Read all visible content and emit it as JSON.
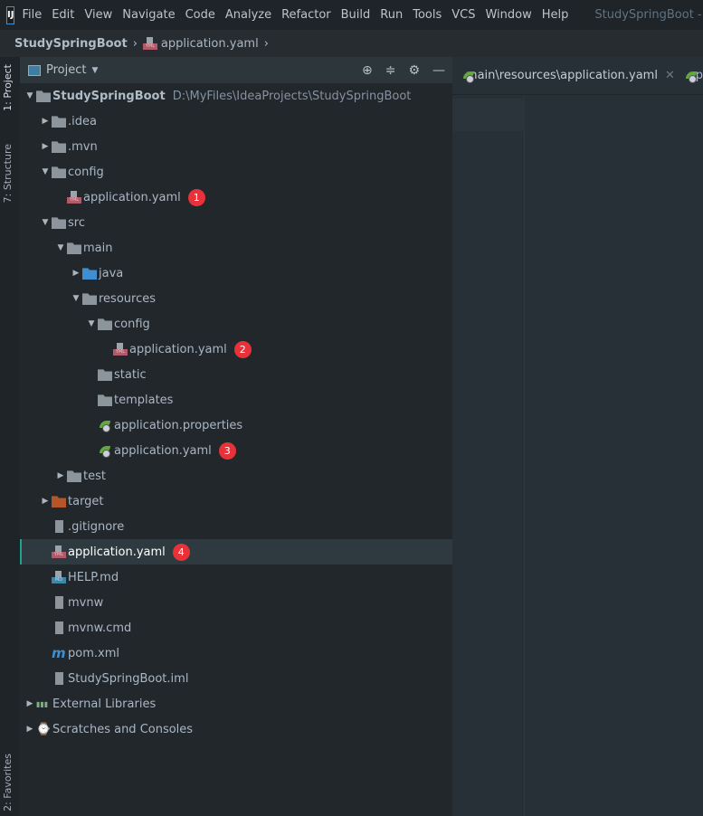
{
  "menubar": {
    "logo": "IJ",
    "items": [
      "File",
      "Edit",
      "View",
      "Navigate",
      "Code",
      "Analyze",
      "Refactor",
      "Build",
      "Run",
      "Tools",
      "VCS",
      "Window",
      "Help"
    ],
    "window_title": "StudySpringBoot - main"
  },
  "breadcrumb": {
    "project": "StudySpringBoot",
    "file": "application.yaml"
  },
  "sidestrip": {
    "top_tabs": [
      "1: Project",
      "7: Structure"
    ],
    "bottom_tabs": [
      "2: Favorites"
    ]
  },
  "panel": {
    "title": "Project",
    "tools": [
      "locate-icon",
      "collapse-icon",
      "gear-icon",
      "minimize-icon"
    ]
  },
  "tree": [
    {
      "level": 0,
      "arrow": "open",
      "icon": "project-folder",
      "label": "StudySpringBoot",
      "path": "D:\\MyFiles\\IdeaProjects\\StudySpringBoot"
    },
    {
      "level": 1,
      "arrow": "closed",
      "icon": "folder",
      "label": ".idea"
    },
    {
      "level": 1,
      "arrow": "closed",
      "icon": "folder",
      "label": ".mvn"
    },
    {
      "level": 1,
      "arrow": "open",
      "icon": "folder",
      "label": "config"
    },
    {
      "level": 2,
      "arrow": "none",
      "icon": "yaml",
      "label": "application.yaml",
      "badge": "1"
    },
    {
      "level": 1,
      "arrow": "open",
      "icon": "folder",
      "label": "src"
    },
    {
      "level": 2,
      "arrow": "open",
      "icon": "folder",
      "label": "main"
    },
    {
      "level": 3,
      "arrow": "closed",
      "icon": "folder-blue",
      "label": "java"
    },
    {
      "level": 3,
      "arrow": "open",
      "icon": "resources-folder",
      "label": "resources"
    },
    {
      "level": 4,
      "arrow": "open",
      "icon": "folder",
      "label": "config"
    },
    {
      "level": 5,
      "arrow": "none",
      "icon": "yaml",
      "label": "application.yaml",
      "badge": "2"
    },
    {
      "level": 4,
      "arrow": "none",
      "icon": "folder",
      "label": "static"
    },
    {
      "level": 4,
      "arrow": "none",
      "icon": "folder",
      "label": "templates"
    },
    {
      "level": 4,
      "arrow": "none",
      "icon": "spring",
      "label": "application.properties"
    },
    {
      "level": 4,
      "arrow": "none",
      "icon": "spring",
      "label": "application.yaml",
      "badge": "3"
    },
    {
      "level": 2,
      "arrow": "closed",
      "icon": "folder",
      "label": "test"
    },
    {
      "level": 1,
      "arrow": "closed",
      "icon": "folder-orange",
      "label": "target"
    },
    {
      "level": 1,
      "arrow": "none",
      "icon": "file",
      "label": ".gitignore"
    },
    {
      "level": 1,
      "arrow": "none",
      "icon": "yaml",
      "label": "application.yaml",
      "badge": "4",
      "selected": true
    },
    {
      "level": 1,
      "arrow": "none",
      "icon": "md",
      "label": "HELP.md"
    },
    {
      "level": 1,
      "arrow": "none",
      "icon": "file",
      "label": "mvnw"
    },
    {
      "level": 1,
      "arrow": "none",
      "icon": "file",
      "label": "mvnw.cmd"
    },
    {
      "level": 1,
      "arrow": "none",
      "icon": "maven",
      "label": "pom.xml"
    },
    {
      "level": 1,
      "arrow": "none",
      "icon": "file",
      "label": "StudySpringBoot.iml"
    },
    {
      "level": 0,
      "arrow": "closed",
      "icon": "libraries",
      "label": "External Libraries"
    },
    {
      "level": 0,
      "arrow": "closed",
      "icon": "scratches",
      "label": "Scratches and Consoles"
    }
  ],
  "editor": {
    "tabs": [
      {
        "label": "main\\resources\\application.yaml",
        "active": true
      },
      {
        "label": "ap"
      }
    ]
  },
  "colors": {
    "badge": "#e8323a",
    "selection_accent": "#1fa38a"
  }
}
